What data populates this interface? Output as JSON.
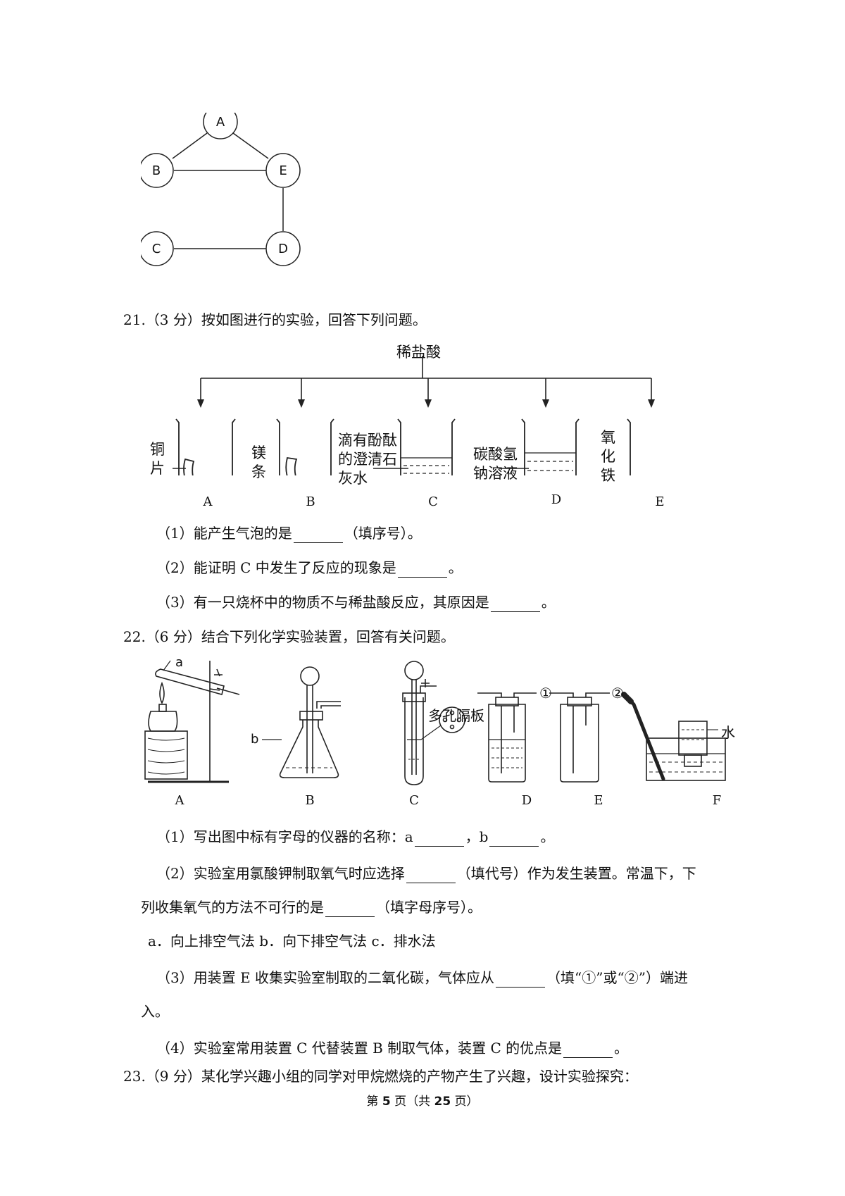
{
  "graph": {
    "nodes": [
      "A",
      "B",
      "E",
      "C",
      "D"
    ]
  },
  "q21": {
    "heading": "21.（3 分）按如图进行的实验，回答下列问题。",
    "acid_label": "稀盐酸",
    "beakers": [
      {
        "letter": "A",
        "label": "铜\n片"
      },
      {
        "letter": "B",
        "label": "镁\n条"
      },
      {
        "letter": "C",
        "label": "滴有酚酞\n的澄清石\n灰水"
      },
      {
        "letter": "D",
        "label": "碳酸氢\n钠溶液"
      },
      {
        "letter": "E",
        "label": "氧\n化\n铁"
      }
    ],
    "s1_pre": "（1）能产生气泡的是",
    "s1_post": "（填序号）。",
    "s2_pre": "（2）能证明 C 中发生了反应的现象是",
    "s2_post": "。",
    "s3_pre": "（3）有一只烧杯中的物质不与稀盐酸反应，其原因是",
    "s3_post": "。"
  },
  "q22": {
    "heading": "22.（6 分）结合下列化学实验装置，回答有关问题。",
    "label_a": "a",
    "label_b": "b",
    "porous_label": "多孔隔板",
    "water_label": "水",
    "port1": "①",
    "port2": "②",
    "apparatus_letters": [
      "A",
      "B",
      "C",
      "D",
      "E",
      "F"
    ],
    "s1_pre": "（1）写出图中标有字母的仪器的名称：a",
    "s1_mid": "，b",
    "s1_post": "。",
    "s2_pre": "（2）实验室用氯酸钾制取氧气时应选择",
    "s2_mid": "（填代号）作为发生装置。常温下，下",
    "s2_line2_pre": "列收集氧气的方法不可行的是",
    "s2_line2_post": "（填字母序号）。",
    "options": "a．向上排空气法 b．向下排空气法 c．排水法",
    "s3_pre": "（3）用装置 E 收集实验室制取的二氧化碳，气体应从",
    "s3_post": "（填“①”或“②”）端进",
    "s3_line2": "入。",
    "s4_pre": "（4）实验室常用装置 C 代替装置 B 制取气体，装置 C 的优点是",
    "s4_post": "。"
  },
  "q23": {
    "heading": "23.（9 分）某化学兴趣小组的同学对甲烷燃烧的产物产生了兴趣，设计实验探究："
  },
  "footer": {
    "pre": "第 ",
    "page": "5",
    "mid": " 页（共 ",
    "total": "25",
    "post": " 页）"
  }
}
